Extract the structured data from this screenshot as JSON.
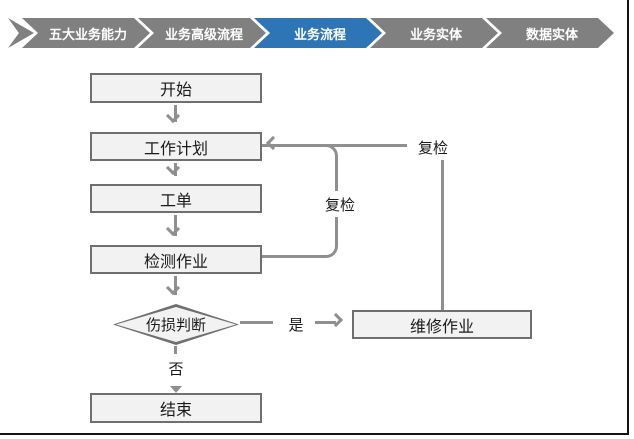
{
  "nav": {
    "active_color": "#2e75b6",
    "inactive_color": "#808080",
    "text_color": "#ffffff",
    "items": [
      {
        "label": "五大业务能力",
        "active": false
      },
      {
        "label": "业务高级流程",
        "active": false
      },
      {
        "label": "业务流程",
        "active": true
      },
      {
        "label": "业务实体",
        "active": false
      },
      {
        "label": "数据实体",
        "active": false
      }
    ]
  },
  "flowchart": {
    "node_fill": "#f2f2f2",
    "node_border_color": "#6f6f6f",
    "connector_color": "#8f8f8f",
    "nodes": {
      "start": {
        "label": "开始",
        "shape": "rect"
      },
      "plan": {
        "label": "工作计划",
        "shape": "rect"
      },
      "order": {
        "label": "工单",
        "shape": "rect"
      },
      "inspect": {
        "label": "检测作业",
        "shape": "rect"
      },
      "judge": {
        "label": "伤损判断",
        "shape": "diamond"
      },
      "repair": {
        "label": "维修作业",
        "shape": "rect"
      },
      "end": {
        "label": "结束",
        "shape": "rect"
      }
    },
    "edge_labels": {
      "recheck_outer": "复检",
      "recheck_inner": "复检",
      "yes": "是",
      "no": "否"
    }
  },
  "frame": {
    "border_color": "#141414"
  }
}
